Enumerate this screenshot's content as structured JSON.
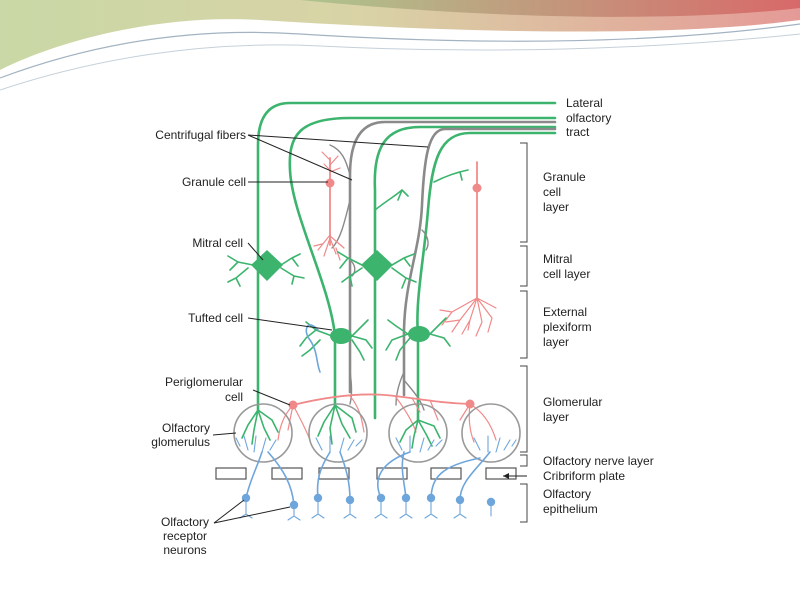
{
  "labels": {
    "lateral": "Lateral",
    "olfactory": "olfactory",
    "tract": "tract",
    "centrifugal_fibers": "Centrifugal fibers",
    "granule_cell": "Granule cell",
    "mitral_cell": "Mitral cell",
    "tufted_cell": "Tufted cell",
    "periglomerular_1": "Periglomerular",
    "periglomerular_2": "cell",
    "olfactory_glomerulus_1": "Olfactory",
    "olfactory_glomerulus_2": "glomerulus",
    "receptor_1": "Olfactory",
    "receptor_2": "receptor",
    "receptor_3": "neurons"
  },
  "layers": {
    "granule_1": "Granule",
    "granule_2": "cell",
    "granule_3": "layer",
    "mitral_1": "Mitral",
    "mitral_2": "cell layer",
    "external_1": "External",
    "external_2": "plexiform",
    "external_3": "layer",
    "glomerular_1": "Glomerular",
    "glomerular_2": "layer",
    "nerve": "Olfactory nerve layer",
    "cribriform": "Cribriform plate",
    "epithelium_1": "Olfactory",
    "epithelium_2": "epithelium"
  },
  "colors": {
    "mitral_tufted": "#3cb46e",
    "centrifugal": "#8a8a8a",
    "granule_periglomerular": "#f08a8a",
    "receptor": "#6ea6dc"
  }
}
